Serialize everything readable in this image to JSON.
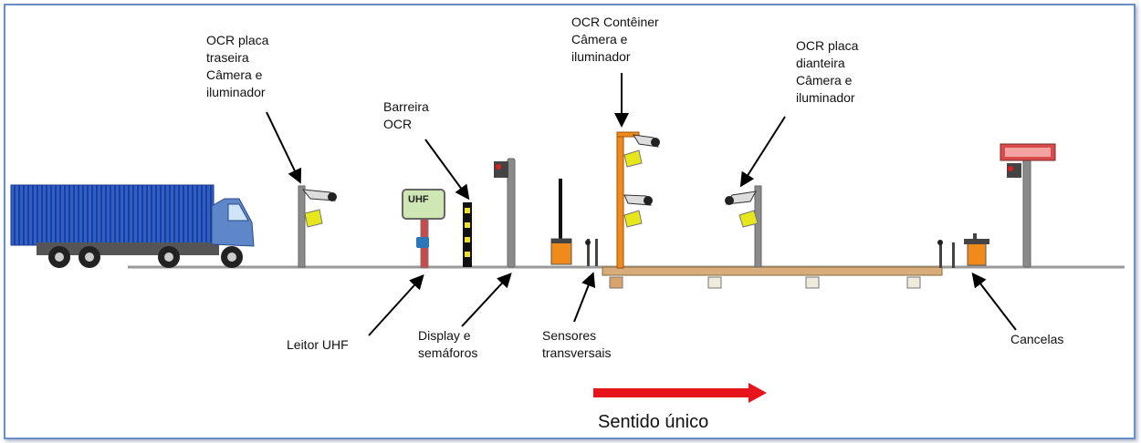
{
  "labels": {
    "ocr_rear": "OCR placa\ntraseira\nCâmera e\niluminador",
    "barrier_ocr": "Barreira\nOCR",
    "ocr_container": "OCR Contêiner\nCâmera e\niluminador",
    "ocr_front": "OCR placa\ndianteira\nCâmera e\niluminador",
    "uhf_reader": "Leitor UHF",
    "display": "Display e\nsemáforos",
    "sensors": "Sensores\ntransversais",
    "gates": "Cancelas",
    "uhf_badge": "UHF"
  },
  "direction": {
    "text": "Sentido único",
    "arrow_color": "#e8141c"
  },
  "colors": {
    "truck_container": "#2f5fc8",
    "pole": "#8a8a8a",
    "orange_pole": "#f08a1a",
    "ground": "#9a9a9a"
  }
}
